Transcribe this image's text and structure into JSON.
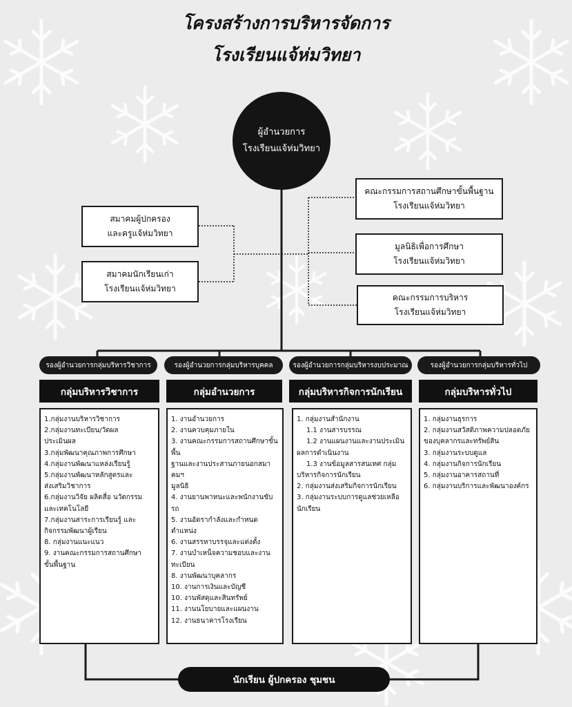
{
  "title": {
    "line1": "โครงสร้างการบริหารจัดการ",
    "line2": "โรงเรียนแจ้ห่มวิทยา"
  },
  "director": {
    "line1": "ผู้อำนวยการ",
    "line2": "โรงเรียนแจ้ห่มวิทยา"
  },
  "left_bodies": [
    {
      "line1": "สมาคมผู้ปกครอง",
      "line2": "และครูแจ้ห่มวิทยา"
    },
    {
      "line1": "สมาคมนักเรียนเก่า",
      "line2": "โรงเรียนแจ้ห่มวิทยา"
    }
  ],
  "right_bodies": [
    {
      "line1": "คณะกรรมการสถานศึกษาขั้นพื้นฐาน",
      "line2": "โรงเรียนแจ้ห่มวิทยา"
    },
    {
      "line1": "มูลนิธิเพื่อการศึกษา",
      "line2": "โรงเรียนแจ้ห่มวิทยา"
    },
    {
      "line1": "คณะกรรมการบริหาร",
      "line2": "โรงเรียนแจ้ห่มวิทยา"
    }
  ],
  "columns": [
    {
      "vice": "รองผู้อำนวยการกลุ่มบริหารวิชาการ",
      "group": "กลุ่มบริหารวิชาการ",
      "items": [
        "1.กลุ่มงานบริหารวิชาการ",
        "2.กลุ่มงานทะเบียน/วัดผล",
        "ประเมินผล",
        "3.กลุ่มพัฒนาคุณภาพการศึกษา",
        "4.กลุ่มงานพัฒนาแหล่งเรียนรู้",
        "5.กลุ่มงานพัฒนาหลักสูตรและ",
        "ส่งเสริมวิชาการ",
        "6.กลุ่มงานวิจัย ผลิตสื่อ นวัตกรรม",
        "และเทคโนโลยี",
        "7.กลุ่มงานสาระการเรียนรู้ และ",
        "กิจกรรมพัฒนาผู้เรียน",
        "8. กลุ่มงานแนะแนว",
        "9. งานคณะกรรมการสถานศึกษา",
        "ขั้นพื้นฐาน"
      ]
    },
    {
      "vice": "รองผู้อำนวยการกลุ่มบริหารบุคคล",
      "group": "กลุ่มอำนวยการ",
      "items": [
        "1. งานอำนวยการ",
        "2. งานควบคุมภายใน",
        "3. งานคณะกรรมการสถานศึกษาขั้นพื้น",
        "ฐานและงานประสานภายนอกสมาคมฯ",
        "มูลนิธิ",
        "4. งานยานพาหนะและพนักงานขับรถ",
        "5. งานอัตรากำลังและกำหนดตำแหน่ง",
        "6. งานสรรหาบรรจุและแต่งตั้ง",
        "7. งานบำเหน็จความชอบและงาน",
        "ทะเบียน",
        "8. งานพัฒนาบุคลากร",
        "10. งานการเงินและบัญชี",
        "10. งานพัสดุและสินทรัพย์",
        "11. งานนโยบายและแผนงาน",
        "12. งานธนาคารโรงเรียน"
      ]
    },
    {
      "vice": "รองผู้อำนวยการกลุ่มบริหารงบประมาณ",
      "group": "กลุ่มบริหารกิจการนักเรียน",
      "items": [
        "1. กลุ่มงานสำนักงาน",
        "1.1 งานสารบรรณ",
        "1.2 งานแผนงานและงานประเมิน",
        "ผลการดำเนินงาน",
        "1.3 งานข้อมูลสารสนเทศ กลุ่ม",
        "บริหารกิจการนักเรียน",
        "2. กลุ่มงานส่งเสริมกิจการนักเรียน",
        "3. กลุ่มงานระบบการดูแลช่วยเหลือ",
        "นักเรียน"
      ]
    },
    {
      "vice": "รองผู้อำนวยการกลุ่มบริหารทั่วไป",
      "group": "กลุ่มบริหารทั่วไป",
      "items": [
        "1. กลุ่มงานธุรการ",
        "2. กลุ่มงานสวัสดิภาพความปลอดภัย",
        "ของบุคลากรและทรัพย์สิน",
        "3. กลุ่มงานระบบดูแล",
        "4. กลุ่มงานกิจการนักเรียน",
        "5. กลุ่มงานอาคารสถานที่",
        "6. กลุ่มงานบริการและพัฒนาองค์กร"
      ]
    }
  ],
  "bottom": "นักเรียน ผู้ปกครอง ชุมชน"
}
